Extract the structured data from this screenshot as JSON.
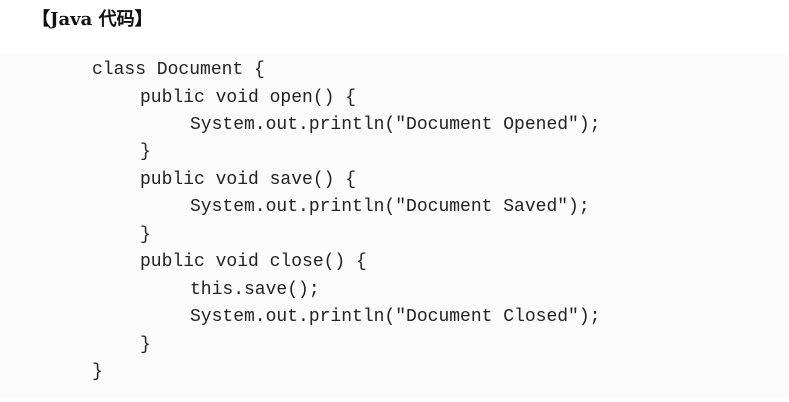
{
  "document": {
    "heading": "【Java 代码】",
    "code_lines": [
      "class Document {",
      "public void open() {",
      "System.out.println(\"Document Opened\");",
      "}",
      "public void save() {",
      "System.out.println(\"Document Saved\");",
      "}",
      "public void close() {",
      "this.save();",
      "System.out.println(\"Document Closed\");",
      "}",
      "}"
    ]
  }
}
